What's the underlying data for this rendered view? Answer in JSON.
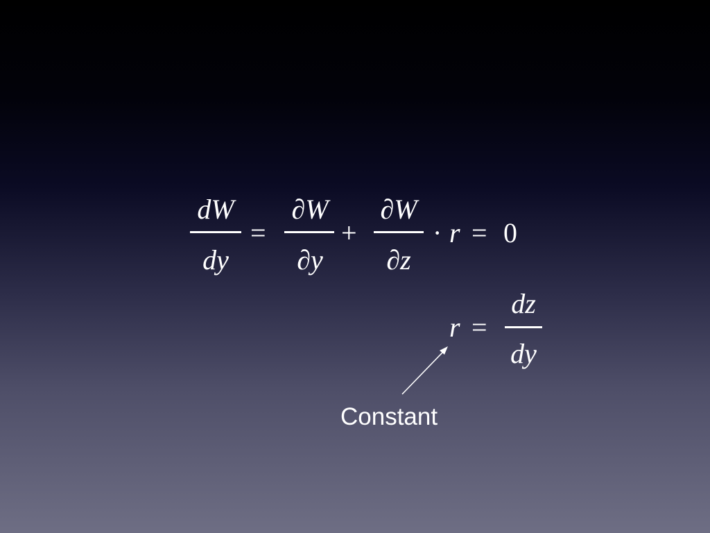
{
  "equation_main": {
    "frac1": {
      "numerator": "dW",
      "denominator": "dy"
    },
    "equals1": "=",
    "frac2": {
      "numerator": "∂W",
      "denominator": "∂y"
    },
    "plus": "+",
    "frac3": {
      "numerator": "∂W",
      "denominator": "∂z"
    },
    "dot": "·",
    "r": "r",
    "equals2": "=",
    "zero": "0"
  },
  "equation_r": {
    "r": "r",
    "equals": "=",
    "frac": {
      "numerator": "dz",
      "denominator": "dy"
    }
  },
  "annotation": {
    "label": "Constant"
  },
  "colors": {
    "text": "#ffffff",
    "background_top": "#000000",
    "background_bottom": "#6e6e84"
  }
}
